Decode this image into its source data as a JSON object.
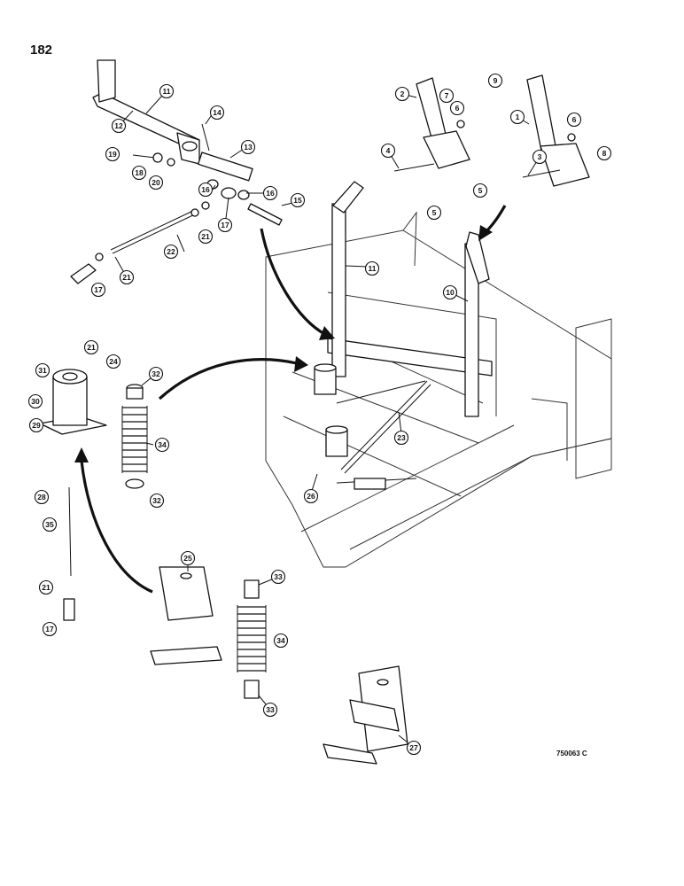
{
  "page_number": "182",
  "drawing_code": "750063 C",
  "callouts": [
    "1",
    "2",
    "3",
    "4",
    "5",
    "5",
    "6",
    "6",
    "7",
    "8",
    "9",
    "10",
    "11",
    "11",
    "12",
    "13",
    "14",
    "15",
    "16",
    "16",
    "17",
    "17",
    "17",
    "18",
    "19",
    "20",
    "21",
    "21",
    "21",
    "21",
    "21",
    "22",
    "23",
    "24",
    "25",
    "26",
    "27",
    "28",
    "29",
    "30",
    "31",
    "32",
    "32",
    "33",
    "33",
    "34",
    "34",
    "35"
  ],
  "colors": {
    "ink": "#111111",
    "paper": "#ffffff"
  }
}
